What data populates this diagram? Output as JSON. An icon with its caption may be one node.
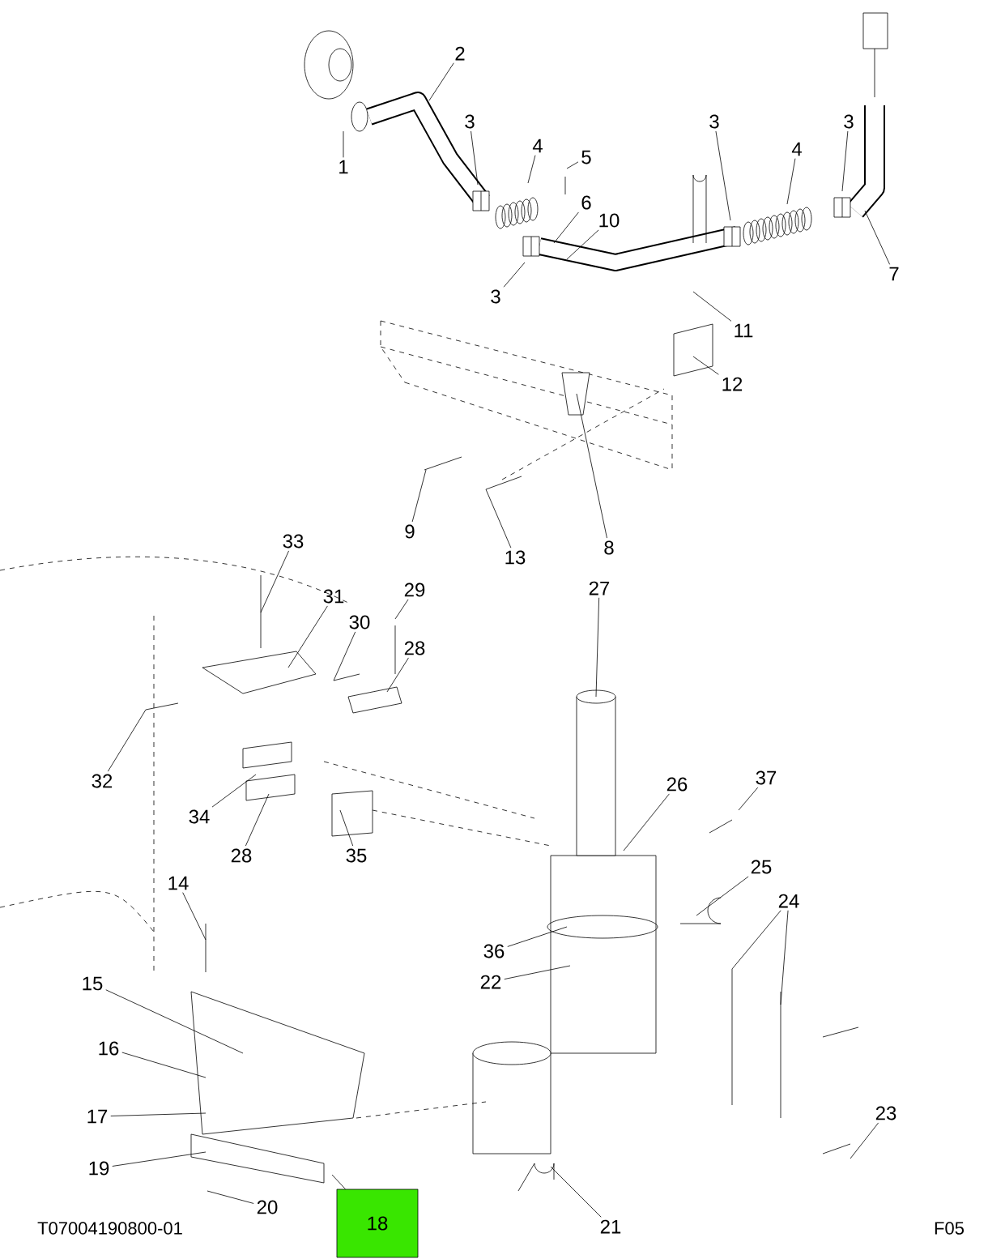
{
  "diagram": {
    "nodes": [
      {
        "text": [
          "2"
        ]
      },
      {
        "text": [
          "3"
        ]
      },
      {
        "text": [
          "3"
        ]
      },
      {
        "text": [
          "3"
        ]
      },
      {
        "text": [
          "4"
        ]
      },
      {
        "text": [
          "4"
        ]
      },
      {
        "text": [
          "5"
        ]
      },
      {
        "text": [
          "1"
        ]
      },
      {
        "text": [
          "6"
        ]
      },
      {
        "text": [
          "10"
        ]
      },
      {
        "text": [
          "7"
        ]
      },
      {
        "text": [
          "3"
        ]
      },
      {
        "text": [
          "11"
        ]
      },
      {
        "text": [
          "12"
        ]
      },
      {
        "text": [
          "9"
        ]
      },
      {
        "text": [
          "8"
        ]
      },
      {
        "text": [
          "13"
        ]
      },
      {
        "text": [
          "33"
        ]
      },
      {
        "text": [
          "29"
        ]
      },
      {
        "text": [
          "27"
        ]
      },
      {
        "text": [
          "31"
        ]
      },
      {
        "text": [
          "30"
        ]
      },
      {
        "text": [
          "28"
        ]
      },
      {
        "text": [
          "32"
        ]
      },
      {
        "text": [
          "37"
        ]
      },
      {
        "text": [
          "26"
        ]
      },
      {
        "text": [
          "34"
        ]
      },
      {
        "text": [
          "28"
        ]
      },
      {
        "text": [
          "35"
        ]
      },
      {
        "text": [
          "25"
        ]
      },
      {
        "text": [
          "14"
        ]
      },
      {
        "text": [
          "24"
        ]
      },
      {
        "text": [
          "36"
        ]
      },
      {
        "text": [
          "22"
        ]
      },
      {
        "text": [
          "15"
        ]
      },
      {
        "text": [
          "16"
        ]
      },
      {
        "text": [
          "23"
        ]
      },
      {
        "text": [
          "17"
        ]
      },
      {
        "text": [
          "19"
        ]
      },
      {
        "text": [
          "20"
        ]
      },
      {
        "text": [
          "18"
        ]
      },
      {
        "text": [
          "21"
        ]
      }
    ],
    "edges": [
      {
        "from": 0,
        "to": null,
        "arrow": "none"
      },
      {
        "from": 1,
        "to": null,
        "arrow": "none"
      },
      {
        "from": 2,
        "to": null,
        "arrow": "none"
      },
      {
        "from": 3,
        "to": null,
        "arrow": "none"
      },
      {
        "from": 4,
        "to": null,
        "arrow": "none"
      },
      {
        "from": 5,
        "to": null,
        "arrow": "none"
      },
      {
        "from": 6,
        "to": null,
        "arrow": "none"
      },
      {
        "from": 7,
        "to": null,
        "arrow": "none"
      },
      {
        "from": 8,
        "to": null,
        "arrow": "none"
      },
      {
        "from": 9,
        "to": null,
        "arrow": "none"
      },
      {
        "from": 10,
        "to": null,
        "arrow": "none"
      },
      {
        "from": 11,
        "to": null,
        "arrow": "none"
      },
      {
        "from": 12,
        "to": null,
        "arrow": "none"
      },
      {
        "from": 13,
        "to": null,
        "arrow": "none"
      },
      {
        "from": 14,
        "to": null,
        "arrow": "none"
      },
      {
        "from": 15,
        "to": null,
        "arrow": "none"
      },
      {
        "from": 16,
        "to": null,
        "arrow": "none"
      },
      {
        "from": 17,
        "to": null,
        "arrow": "none"
      },
      {
        "from": 18,
        "to": null,
        "arrow": "none"
      },
      {
        "from": 19,
        "to": null,
        "arrow": "none"
      },
      {
        "from": 20,
        "to": null,
        "arrow": "none"
      },
      {
        "from": 21,
        "to": null,
        "arrow": "none"
      },
      {
        "from": 22,
        "to": null,
        "arrow": "none"
      },
      {
        "from": 23,
        "to": null,
        "arrow": "none"
      },
      {
        "from": 24,
        "to": null,
        "arrow": "none"
      },
      {
        "from": 25,
        "to": null,
        "arrow": "none"
      },
      {
        "from": 26,
        "to": null,
        "arrow": "none"
      },
      {
        "from": 27,
        "to": null,
        "arrow": "none"
      },
      {
        "from": 28,
        "to": null,
        "arrow": "none"
      },
      {
        "from": 29,
        "to": null,
        "arrow": "none"
      },
      {
        "from": 30,
        "to": null,
        "arrow": "none"
      },
      {
        "from": 31,
        "to": null,
        "arrow": "none"
      },
      {
        "from": 31,
        "to": null,
        "arrow": "none"
      },
      {
        "from": 32,
        "to": null,
        "arrow": "none"
      },
      {
        "from": 33,
        "to": null,
        "arrow": "none"
      },
      {
        "from": 34,
        "to": null,
        "arrow": "none"
      },
      {
        "from": 35,
        "to": null,
        "arrow": "none"
      },
      {
        "from": 36,
        "to": null,
        "arrow": "none"
      },
      {
        "from": 37,
        "to": null,
        "arrow": "none"
      },
      {
        "from": 38,
        "to": null,
        "arrow": "none"
      },
      {
        "from": 39,
        "to": null,
        "arrow": "none"
      },
      {
        "from": 40,
        "to": null,
        "arrow": "none"
      },
      {
        "from": 41,
        "to": null,
        "arrow": "none"
      }
    ],
    "labels": [
      "T07004190800-01",
      "F05"
    ]
  }
}
